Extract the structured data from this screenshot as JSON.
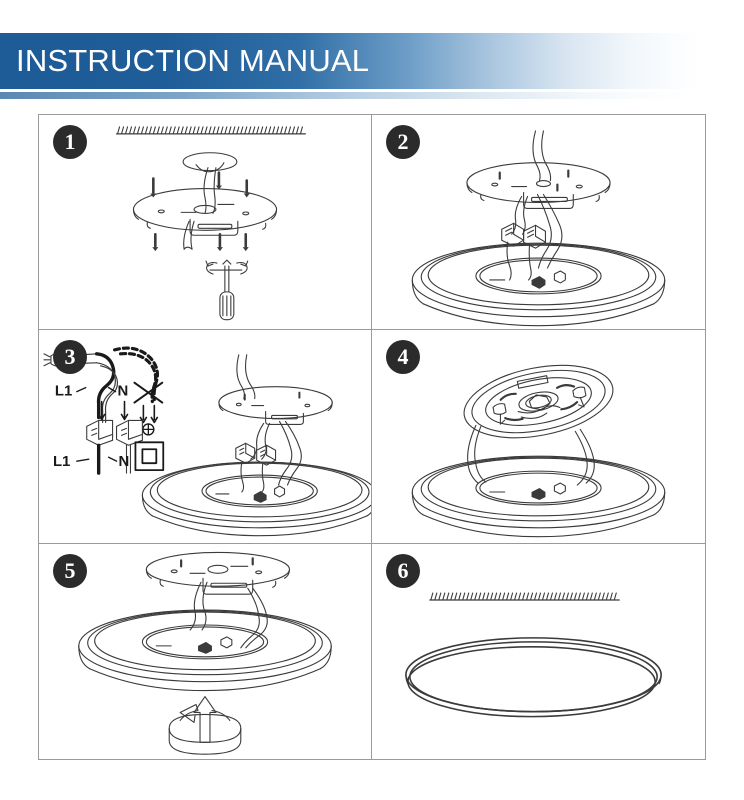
{
  "header": {
    "title": "INSTRUCTION MANUAL",
    "banner_color_left": "#1d5c97",
    "banner_color_right": "#ffffff",
    "text_color": "#ffffff"
  },
  "document": {
    "type": "ceiling-light-installation-guide",
    "panel_count": 6,
    "columns": 2,
    "rows": 3,
    "line_art_color": "#3b3b3b",
    "badge_color": "#2b2b2b"
  },
  "panels": [
    {
      "number": "1",
      "name": "mount-bracket-to-ceiling",
      "has_ceiling_hatching": true,
      "elements": [
        "ceiling-hatching",
        "mounting-plate",
        "screws",
        "screwdriver",
        "ceiling-junction"
      ]
    },
    {
      "number": "2",
      "name": "connect-supply-wires",
      "has_ceiling_hatching": false,
      "elements": [
        "mounting-plate",
        "supply-cable",
        "terminal-connectors",
        "fixture-base"
      ]
    },
    {
      "number": "3",
      "name": "wiring-diagram-live-neutral",
      "has_ceiling_hatching": false,
      "elements": [
        "supply-cable",
        "terminal-connectors",
        "earth-wire-crossed-out",
        "class-ii-symbol",
        "mounting-plate",
        "fixture-base"
      ],
      "labels": {
        "live_top": "L1",
        "neutral_top": "N",
        "live_bottom": "L1",
        "neutral_bottom": "N"
      },
      "symbols": {
        "earth": "⊕",
        "earth_state": "not-used-crossed-out",
        "class_ii": "double-square"
      }
    },
    {
      "number": "4",
      "name": "align-cover-to-base",
      "has_ceiling_hatching": false,
      "elements": [
        "fixture-cover-tilted",
        "internal-bracket",
        "wires",
        "fixture-base"
      ]
    },
    {
      "number": "5",
      "name": "push-up-and-twist-to-lock",
      "has_ceiling_hatching": false,
      "elements": [
        "mounting-plate",
        "fixture-base",
        "up-arrow",
        "rotation-arrow"
      ]
    },
    {
      "number": "6",
      "name": "installation-complete",
      "has_ceiling_hatching": true,
      "elements": [
        "ceiling-hatching",
        "installed-fixture"
      ]
    }
  ]
}
